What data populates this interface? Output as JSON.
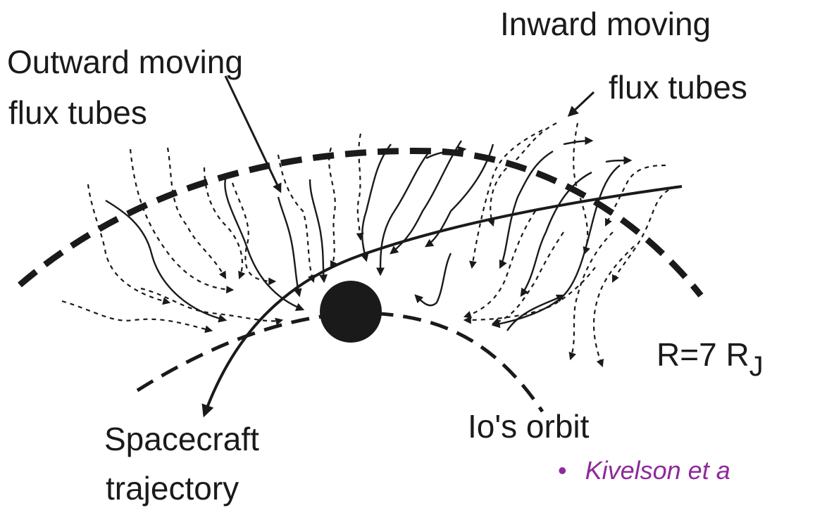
{
  "labels": {
    "outward": {
      "line1": "Outward moving",
      "line2": "flux tubes"
    },
    "inward": {
      "line1": "Inward moving",
      "line2": "flux tubes"
    },
    "radius": {
      "main": "R=7 R",
      "sub": "J"
    },
    "spacecraft": {
      "line1": "Spacecraft",
      "line2": "trajectory"
    },
    "io_orbit": "Io's orbit"
  },
  "citation": {
    "bullet": "•",
    "text": "Kivelson et a"
  },
  "colors": {
    "ink": "#1a1a1a",
    "citation": "#8e2a9a",
    "background": "#ffffff"
  }
}
